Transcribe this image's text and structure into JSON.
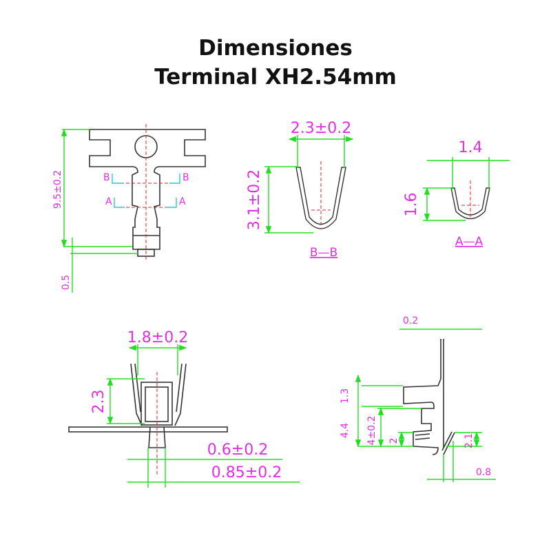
{
  "title": {
    "line1": "Dimensiones",
    "line2": "Terminal XH2.54mm"
  },
  "front_view": {
    "height_dim": "9.5±0.2",
    "tip_dim": "0.5",
    "section_b_left": "B",
    "section_b_right": "B",
    "section_a_left": "A",
    "section_a_right": "A"
  },
  "section_bb": {
    "width_dim": "2.3±0.2",
    "height_dim": "3.1±0.2",
    "label": "B—B"
  },
  "section_aa": {
    "width_dim": "1.4",
    "height_dim": "1.6",
    "label": "A—A"
  },
  "end_view": {
    "width_dim": "1.8±0.2",
    "height_dim": "2.3",
    "tip_dim": "0.6±0.2",
    "tip_outer_dim": "0.85±0.2"
  },
  "side_view": {
    "thickness_dim": "0.2",
    "dim_1_3": "1.3",
    "dim_4_4": "4.4",
    "dim_4": "4±0.2",
    "dim_2": "2",
    "dim_2_1": "2.1",
    "dim_0_8": "0.8"
  },
  "colors": {
    "dimension_text": "#e030e0",
    "dimension_line": "#22dd22",
    "centerline": "#e02020",
    "section_marker": "#20c8e0"
  }
}
